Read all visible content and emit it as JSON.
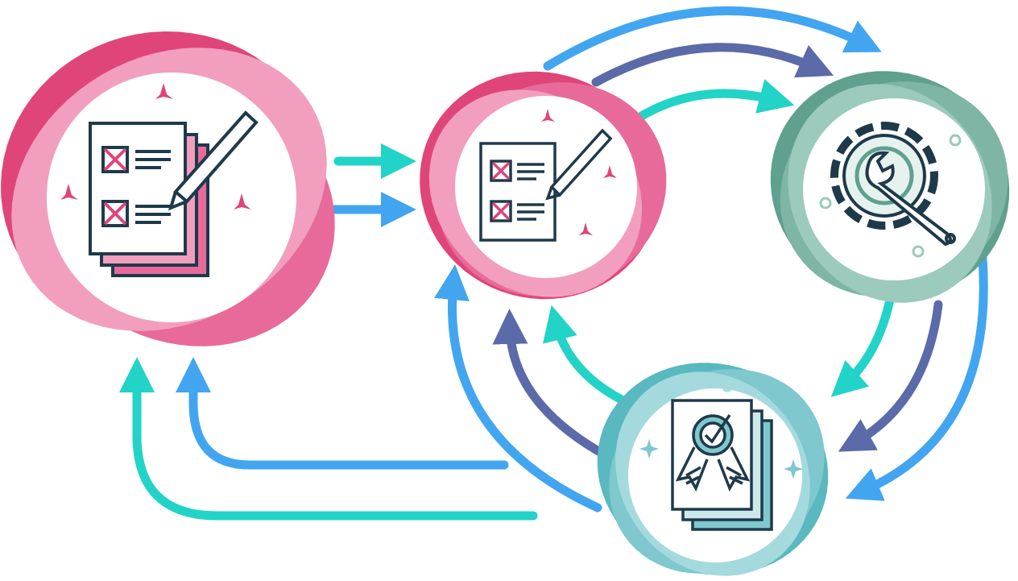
{
  "diagram": {
    "nodes": [
      {
        "id": "checklist-large",
        "icon": "checklist-document-pen-icon",
        "theme": "pink"
      },
      {
        "id": "checklist-small",
        "icon": "checklist-document-pen-icon",
        "theme": "pink"
      },
      {
        "id": "settings",
        "icon": "gear-wrench-icon",
        "theme": "green"
      },
      {
        "id": "certificate",
        "icon": "certificate-award-icon",
        "theme": "teal"
      }
    ],
    "colors": {
      "arrow_teal": "#22d3c8",
      "arrow_blue": "#42a5f0",
      "arrow_navy": "#5b6aa8",
      "pink_dark": "#e0457a",
      "pink_mid": "#e86a9a",
      "pink_light": "#f29fbf",
      "green_dark": "#5fa08f",
      "green_light": "#9ccabd",
      "teal_dark": "#5ab8c0",
      "teal_light": "#a4dade",
      "outline": "#1e3a4a"
    }
  }
}
